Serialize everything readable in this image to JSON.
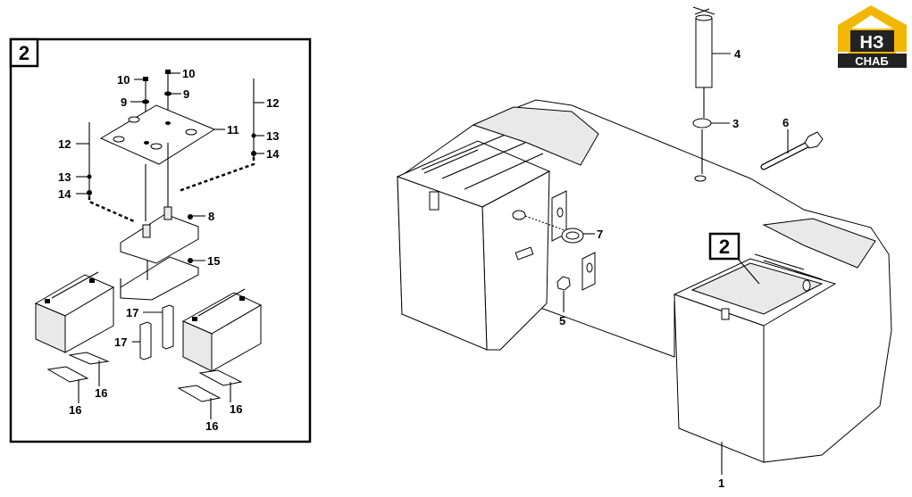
{
  "logo": {
    "top_text": "НЗ",
    "bottom_text": "СНАБ"
  },
  "inset": {
    "title": "2"
  },
  "main_detail_label": "2",
  "callouts": {
    "c1": "1",
    "c3": "3",
    "c4": "4",
    "c5": "5",
    "c6": "6",
    "c7": "7",
    "c8": "8",
    "c9a": "9",
    "c9b": "9",
    "c10a": "10",
    "c10b": "10",
    "c11": "11",
    "c12a": "12",
    "c12b": "12",
    "c13a": "13",
    "c13b": "13",
    "c14a": "14",
    "c14b": "14",
    "c15": "15",
    "c16a": "16",
    "c16b": "16",
    "c16c": "16",
    "c16d": "16",
    "c17a": "17",
    "c17b": "17"
  },
  "colors": {
    "logo_gold": "#f2b705",
    "logo_dark": "#222222"
  }
}
